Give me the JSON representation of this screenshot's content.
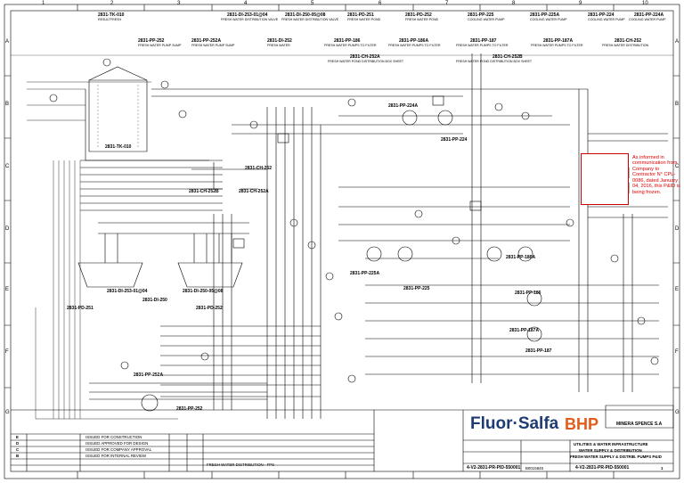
{
  "grid": {
    "columns": [
      "1",
      "2",
      "3",
      "4",
      "5",
      "6",
      "7",
      "8",
      "9",
      "10"
    ],
    "rows": [
      "A",
      "B",
      "C",
      "D",
      "E",
      "F",
      "G"
    ]
  },
  "equipment": [
    {
      "tag": "2831-TK-010",
      "desc": "RESULTFRESH"
    },
    {
      "tag": "2831-PP-252",
      "desc": "FRESH WATER PUMP SUMP"
    },
    {
      "tag": "2831-PP-252A",
      "desc": "FRESH WATER PUMP SUMP"
    },
    {
      "tag": "2831-DI-253-01@04",
      "desc": "FRESH WATER DISTRIBUTION VALVE"
    },
    {
      "tag": "2831-DI-250-05@08",
      "desc": "FRESH WATER DISTRIBUTION VALVE"
    },
    {
      "tag": "2831-PD-251",
      "desc": "FRESH WATER POND"
    },
    {
      "tag": "2831-PD-252",
      "desc": "FRESH WATER POND"
    },
    {
      "tag": "2831-PP-225",
      "desc": "COOLING WATER PUMP"
    },
    {
      "tag": "2831-PP-225A",
      "desc": "COOLING WATER PUMP"
    },
    {
      "tag": "2831-PP-224",
      "desc": "COOLING WATER PUMP"
    },
    {
      "tag": "2831-PP-224A",
      "desc": "COOLING WATER PUMP"
    },
    {
      "tag": "2831-DI-252",
      "desc": "FRESH WATER"
    },
    {
      "tag": "2831-PP-186",
      "desc": "FRESH WATER PUMPS TO FILTER"
    },
    {
      "tag": "2831-PP-186A",
      "desc": "FRESH WATER PUMPS TO FILTER"
    },
    {
      "tag": "2831-PP-187",
      "desc": "FRESH WATER PUMPS TO FILTER"
    },
    {
      "tag": "2831-PP-187A",
      "desc": "FRESH WATER PUMPS TO FILTER"
    },
    {
      "tag": "2831-CH-252",
      "desc": "FRESH WATER DISTRIBUTION"
    },
    {
      "tag": "2831-CH-252A",
      "desc": "FRESH WATER POND DISTRIBUTION BOX SHEET"
    },
    {
      "tag": "2831-CH-252B",
      "desc": "FRESH WATER POND DISTRIBUTION BOX SHEET"
    }
  ],
  "inline_tags": [
    "2831-TK-010",
    "2831-CH-252",
    "2831-CH-252B",
    "2831-CH-252A",
    "2831-DI-253-01@04",
    "2831-DI-250-05@08",
    "2831-PD-251",
    "2831-PD-252",
    "2831-DI-250",
    "2831-PP-252A",
    "2831-PP-252",
    "2831-PP-224A",
    "2831-PP-224",
    "2831-PP-225A",
    "2831-PP-225",
    "2831-PP-186A",
    "2831-PP-186",
    "2831-PP-187A",
    "2831-PP-187"
  ],
  "red_note": "As informed in communication from Company to Contractor N° CPL-0086, dated January 04, 2016, this P&ID is being frozen.",
  "logos": {
    "fluor": "Fluor·Salfa",
    "bhp": "BHP",
    "company": "MINERA SPENCE S.A"
  },
  "title_block": {
    "line1": "UTILITIES & WATER INFRASTRUCTURE",
    "line2": "WATER SUPPLY & DISTRIBUTION",
    "line3": "FRESH WATER SUPPLY & DISTRIB. PUMPS P&ID",
    "doc_number": "4-V2-2831-PR-PID-550001",
    "doc_number_right": "4-V2-2831-PR-PID-550001",
    "project": "B0015845",
    "sheet": "1"
  },
  "revisions": [
    {
      "rev": "E",
      "text": "ISSUED FOR CONSTRUCTION"
    },
    {
      "rev": "D",
      "text": "ISSUED APPROVED FOR DESIGN"
    },
    {
      "rev": "C",
      "text": "ISSUED FOR COMPANY APPROVAL"
    },
    {
      "rev": "B",
      "text": "ISSUED FOR INTERNAL REVIEW"
    }
  ],
  "reference_note": "FRESH WATER DISTRIBUTION - FPS"
}
